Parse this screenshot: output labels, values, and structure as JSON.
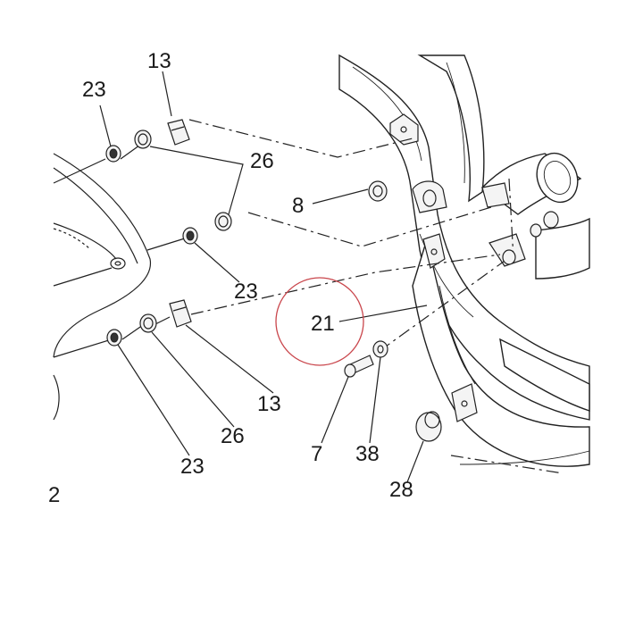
{
  "diagram": {
    "labels": {
      "p13_top": "13",
      "p23_top": "23",
      "p26_right": "26",
      "p8": "8",
      "p23_mid": "23",
      "p21": "21",
      "p13_bottom": "13",
      "p26_bottom": "26",
      "p23_bottom": "23",
      "p7": "7",
      "p38": "38",
      "p28": "28",
      "edge_2": "2"
    },
    "highlight_color": "#c9464c"
  }
}
